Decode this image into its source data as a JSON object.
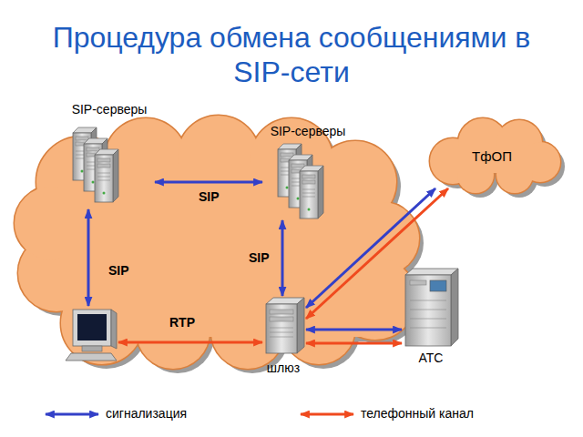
{
  "diagram": {
    "title": "Процедура обмена сообщениями в SIP-сети",
    "nodes": [
      {
        "text": [
          "SIP-серверы"
        ]
      },
      {
        "text": [
          "SIP-серверы"
        ]
      },
      {
        "text": [
          "ТфОП"
        ]
      },
      {
        "text": [
          "шлюз"
        ]
      },
      {
        "text": [
          "АТС"
        ]
      }
    ],
    "edges": [
      {
        "from": 0,
        "to": 1,
        "arrow": "both",
        "label": "SIP"
      },
      {
        "from": 1,
        "to": 3,
        "arrow": "both",
        "label": "SIP"
      },
      {
        "from": 3,
        "to": 2,
        "arrow": "both"
      },
      {
        "from": 3,
        "to": 2,
        "arrow": "both"
      },
      {
        "from": 3,
        "to": 4,
        "arrow": "both"
      },
      {
        "from": 3,
        "to": 4,
        "arrow": "both"
      }
    ],
    "labels": [
      "SIP",
      "RTP"
    ],
    "legend": [
      {
        "text": "сигнализация"
      },
      {
        "text": "телефонный канал"
      }
    ]
  }
}
